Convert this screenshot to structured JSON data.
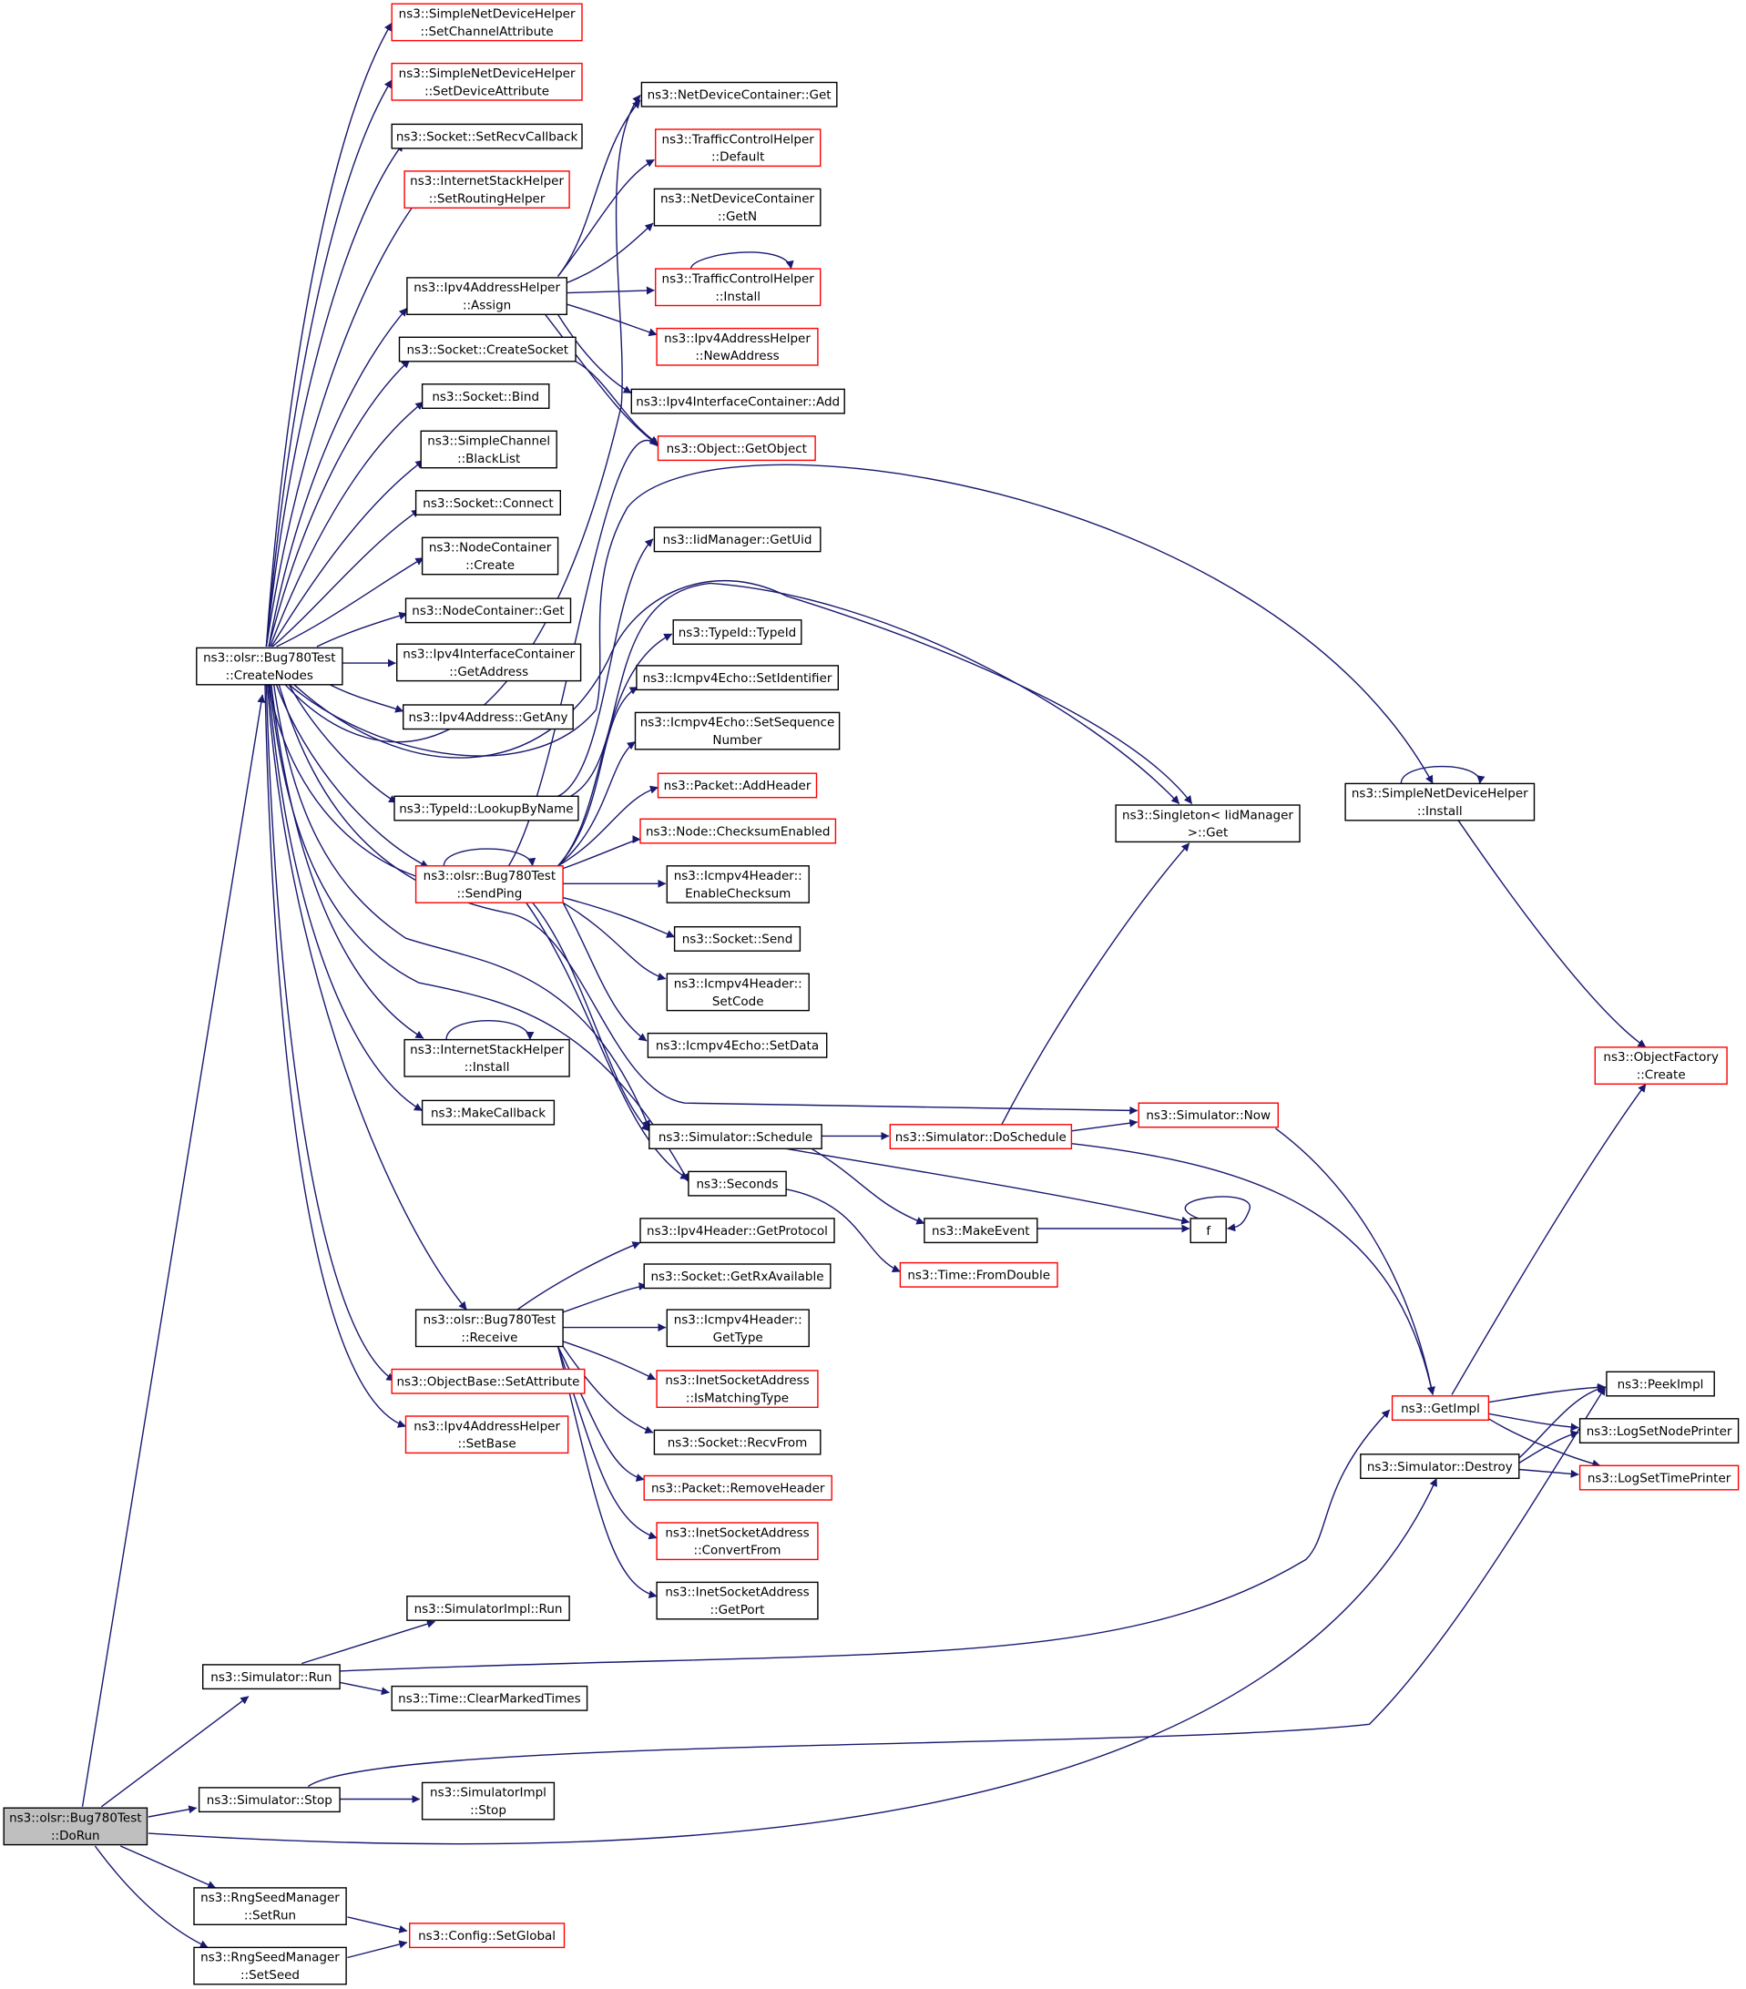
{
  "colors": {
    "edge": "#191970",
    "normal_border": "#000000",
    "highlight_border": "#ff0000",
    "root_fill": "#bfbfbf"
  },
  "nodes": {
    "dorun": {
      "lines": [
        "ns3::olsr::Bug780Test",
        "::DoRun"
      ],
      "style": "root"
    },
    "create": {
      "lines": [
        "ns3::olsr::Bug780Test",
        "::CreateNodes"
      ],
      "style": "normal"
    },
    "sndca": {
      "lines": [
        "ns3::SimpleNetDeviceHelper",
        "::SetChannelAttribute"
      ],
      "style": "red"
    },
    "sndda": {
      "lines": [
        "ns3::SimpleNetDeviceHelper",
        "::SetDeviceAttribute"
      ],
      "style": "red"
    },
    "srcb": {
      "lines": [
        "ns3::Socket::SetRecvCallback"
      ],
      "style": "normal"
    },
    "ishsrh": {
      "lines": [
        "ns3::InternetStackHelper",
        "::SetRoutingHelper"
      ],
      "style": "red"
    },
    "assign": {
      "lines": [
        "ns3::Ipv4AddressHelper",
        "::Assign"
      ],
      "style": "normal"
    },
    "csock": {
      "lines": [
        "ns3::Socket::CreateSocket"
      ],
      "style": "normal"
    },
    "bind": {
      "lines": [
        "ns3::Socket::Bind"
      ],
      "style": "normal"
    },
    "blist": {
      "lines": [
        "ns3::SimpleChannel",
        "::BlackList"
      ],
      "style": "normal"
    },
    "connect": {
      "lines": [
        "ns3::Socket::Connect"
      ],
      "style": "normal"
    },
    "nccreate": {
      "lines": [
        "ns3::NodeContainer",
        "::Create"
      ],
      "style": "normal"
    },
    "ncget": {
      "lines": [
        "ns3::NodeContainer::Get"
      ],
      "style": "normal"
    },
    "i4icga": {
      "lines": [
        "ns3::Ipv4InterfaceContainer",
        "::GetAddress"
      ],
      "style": "normal"
    },
    "getany": {
      "lines": [
        "ns3::Ipv4Address::GetAny"
      ],
      "style": "normal"
    },
    "lookup": {
      "lines": [
        "ns3::TypeId::LookupByName"
      ],
      "style": "normal"
    },
    "sendping": {
      "lines": [
        "ns3::olsr::Bug780Test",
        "::SendPing"
      ],
      "style": "red"
    },
    "ishinst": {
      "lines": [
        "ns3::InternetStackHelper",
        "::Install"
      ],
      "style": "normal"
    },
    "mkcb": {
      "lines": [
        "ns3::MakeCallback"
      ],
      "style": "normal"
    },
    "receive": {
      "lines": [
        "ns3::olsr::Bug780Test",
        "::Receive"
      ],
      "style": "normal"
    },
    "setattr": {
      "lines": [
        "ns3::ObjectBase::SetAttribute"
      ],
      "style": "red"
    },
    "setbase": {
      "lines": [
        "ns3::Ipv4AddressHelper",
        "::SetBase"
      ],
      "style": "red"
    },
    "ndcget": {
      "lines": [
        "ns3::NetDeviceContainer::Get"
      ],
      "style": "normal"
    },
    "tchdef": {
      "lines": [
        "ns3::TrafficControlHelper",
        "::Default"
      ],
      "style": "red"
    },
    "ndcgetn": {
      "lines": [
        "ns3::NetDeviceContainer",
        "::GetN"
      ],
      "style": "normal"
    },
    "tchinst": {
      "lines": [
        "ns3::TrafficControlHelper",
        "::Install"
      ],
      "style": "red"
    },
    "newaddr": {
      "lines": [
        "ns3::Ipv4AddressHelper",
        "::NewAddress"
      ],
      "style": "red"
    },
    "i4icadd": {
      "lines": [
        "ns3::Ipv4InterfaceContainer::Add"
      ],
      "style": "normal"
    },
    "getobj": {
      "lines": [
        "ns3::Object::GetObject"
      ],
      "style": "red"
    },
    "getuid": {
      "lines": [
        "ns3::IidManager::GetUid"
      ],
      "style": "normal"
    },
    "typeid": {
      "lines": [
        "ns3::TypeId::TypeId"
      ],
      "style": "normal"
    },
    "setident": {
      "lines": [
        "ns3::Icmpv4Echo::SetIdentifier"
      ],
      "style": "normal"
    },
    "setseq": {
      "lines": [
        "ns3::Icmpv4Echo::SetSequence",
        "Number"
      ],
      "style": "normal"
    },
    "addhdr": {
      "lines": [
        "ns3::Packet::AddHeader"
      ],
      "style": "red"
    },
    "cksum": {
      "lines": [
        "ns3::Node::ChecksumEnabled"
      ],
      "style": "red"
    },
    "encks": {
      "lines": [
        "ns3::Icmpv4Header::",
        "EnableChecksum"
      ],
      "style": "normal"
    },
    "send": {
      "lines": [
        "ns3::Socket::Send"
      ],
      "style": "normal"
    },
    "setcode": {
      "lines": [
        "ns3::Icmpv4Header::",
        "SetCode"
      ],
      "style": "normal"
    },
    "setdata": {
      "lines": [
        "ns3::Icmpv4Echo::SetData"
      ],
      "style": "normal"
    },
    "sched": {
      "lines": [
        "ns3::Simulator::Schedule"
      ],
      "style": "normal"
    },
    "seconds": {
      "lines": [
        "ns3::Seconds"
      ],
      "style": "normal"
    },
    "getproto": {
      "lines": [
        "ns3::Ipv4Header::GetProtocol"
      ],
      "style": "normal"
    },
    "getrxav": {
      "lines": [
        "ns3::Socket::GetRxAvailable"
      ],
      "style": "normal"
    },
    "gettype": {
      "lines": [
        "ns3::Icmpv4Header::",
        "GetType"
      ],
      "style": "normal"
    },
    "ismatch": {
      "lines": [
        "ns3::InetSocketAddress",
        "::IsMatchingType"
      ],
      "style": "red"
    },
    "recvfrom": {
      "lines": [
        "ns3::Socket::RecvFrom"
      ],
      "style": "normal"
    },
    "rmhdr": {
      "lines": [
        "ns3::Packet::RemoveHeader"
      ],
      "style": "red"
    },
    "convfrom": {
      "lines": [
        "ns3::InetSocketAddress",
        "::ConvertFrom"
      ],
      "style": "red"
    },
    "getport": {
      "lines": [
        "ns3::InetSocketAddress",
        "::GetPort"
      ],
      "style": "normal"
    },
    "simrun": {
      "lines": [
        "ns3::Simulator::Run"
      ],
      "style": "normal"
    },
    "simimplrun": {
      "lines": [
        "ns3::SimulatorImpl::Run"
      ],
      "style": "normal"
    },
    "clrmark": {
      "lines": [
        "ns3::Time::ClearMarkedTimes"
      ],
      "style": "normal"
    },
    "simstop": {
      "lines": [
        "ns3::Simulator::Stop"
      ],
      "style": "normal"
    },
    "simimplstop": {
      "lines": [
        "ns3::SimulatorImpl",
        "::Stop"
      ],
      "style": "normal"
    },
    "setrun": {
      "lines": [
        "ns3::RngSeedManager",
        "::SetRun"
      ],
      "style": "normal"
    },
    "setseed": {
      "lines": [
        "ns3::RngSeedManager",
        "::SetSeed"
      ],
      "style": "normal"
    },
    "setglobal": {
      "lines": [
        "ns3::Config::SetGlobal"
      ],
      "style": "red"
    },
    "singget": {
      "lines": [
        "ns3::Singleton< IidManager",
        " >::Get"
      ],
      "style": "normal"
    },
    "sndhinst": {
      "lines": [
        "ns3::SimpleNetDeviceHelper",
        "::Install"
      ],
      "style": "normal"
    },
    "ofcreate": {
      "lines": [
        "ns3::ObjectFactory",
        "::Create"
      ],
      "style": "red"
    },
    "dosched": {
      "lines": [
        "ns3::Simulator::DoSchedule"
      ],
      "style": "red"
    },
    "now": {
      "lines": [
        "ns3::Simulator::Now"
      ],
      "style": "red"
    },
    "mkevent": {
      "lines": [
        "ns3::MakeEvent"
      ],
      "style": "normal"
    },
    "f": {
      "lines": [
        "f"
      ],
      "style": "normal"
    },
    "fromdbl": {
      "lines": [
        "ns3::Time::FromDouble"
      ],
      "style": "red"
    },
    "getimpl": {
      "lines": [
        "ns3::GetImpl"
      ],
      "style": "red"
    },
    "peekimpl": {
      "lines": [
        "ns3::PeekImpl"
      ],
      "style": "normal"
    },
    "lognode": {
      "lines": [
        "ns3::LogSetNodePrinter"
      ],
      "style": "normal"
    },
    "logtime": {
      "lines": [
        "ns3::LogSetTimePrinter"
      ],
      "style": "red"
    },
    "destroy": {
      "lines": [
        "ns3::Simulator::Destroy"
      ],
      "style": "normal"
    }
  }
}
